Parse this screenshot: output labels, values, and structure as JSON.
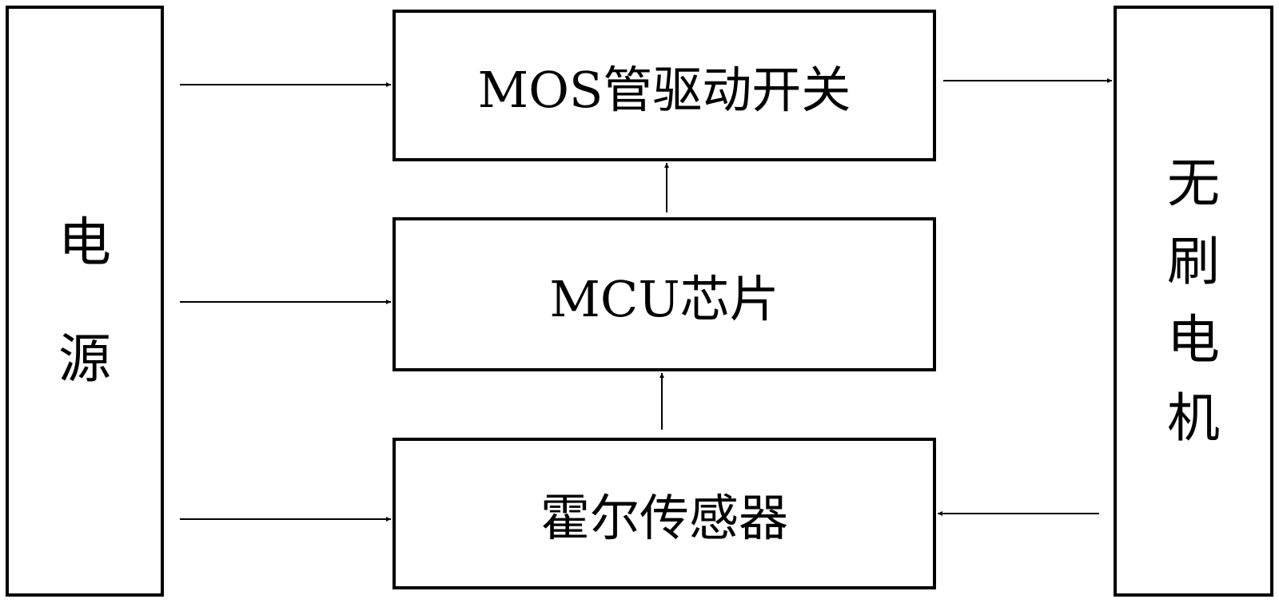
{
  "nodes": {
    "power": {
      "chars": [
        "电",
        "源"
      ]
    },
    "mos": {
      "label": "MOS管驱动开关"
    },
    "mcu": {
      "label": "MCU芯片"
    },
    "hall": {
      "label": "霍尔传感器"
    },
    "motor": {
      "chars": [
        "无",
        "刷",
        "电",
        "机"
      ]
    }
  },
  "edges": [
    {
      "from": "power",
      "to": "mos"
    },
    {
      "from": "power",
      "to": "mcu"
    },
    {
      "from": "power",
      "to": "hall"
    },
    {
      "from": "mos",
      "to": "motor"
    },
    {
      "from": "mcu",
      "to": "mos"
    },
    {
      "from": "hall",
      "to": "mcu"
    },
    {
      "from": "motor",
      "to": "hall"
    }
  ],
  "colors": {
    "line": "#000000",
    "background": "#ffffff"
  }
}
